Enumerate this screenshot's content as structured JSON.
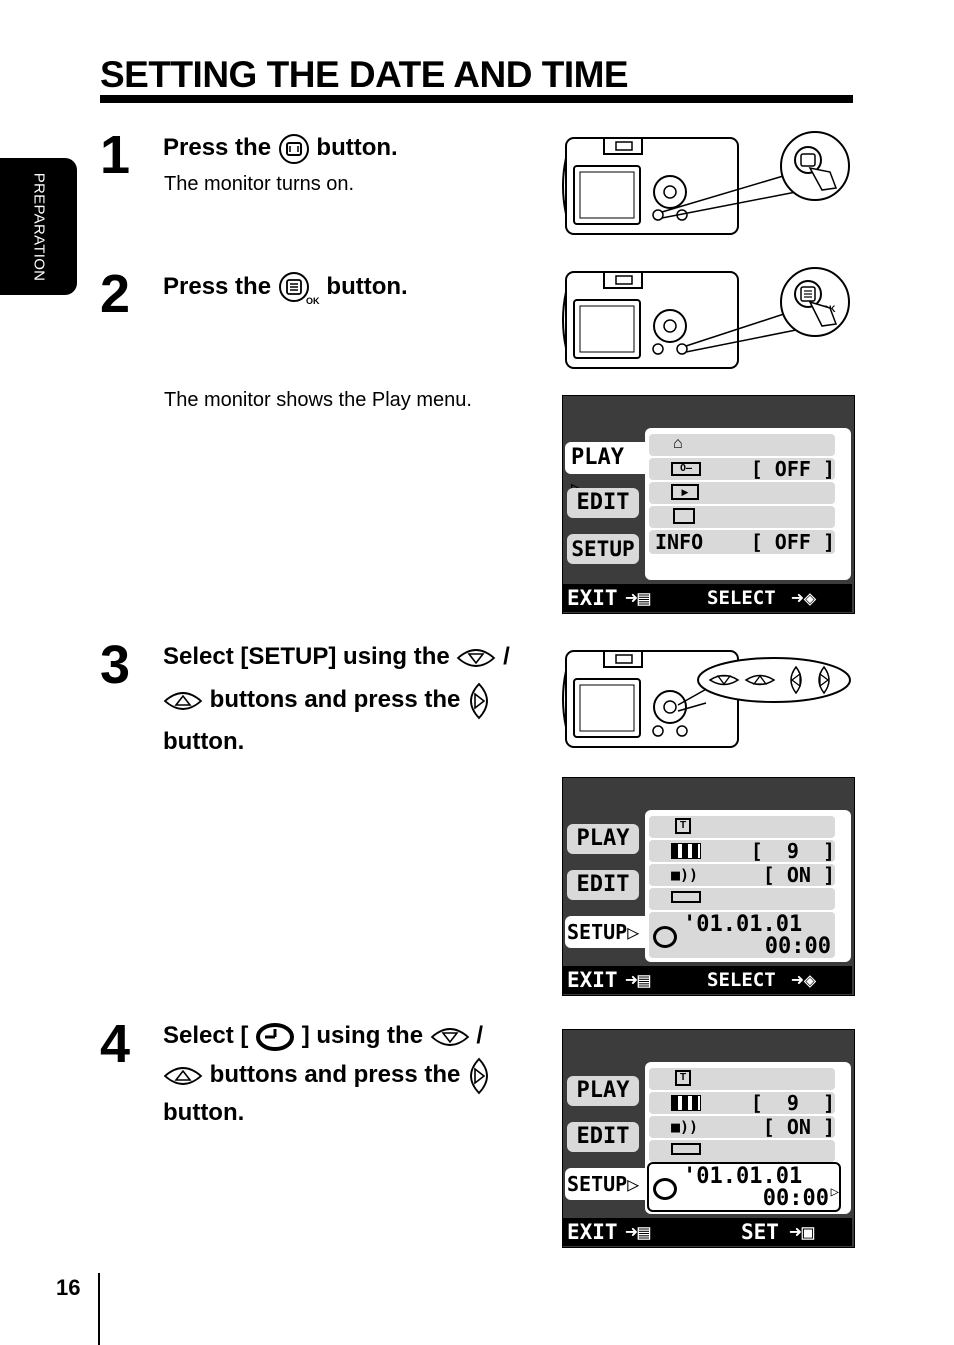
{
  "page": {
    "title": "SETTING THE DATE AND TIME",
    "side_tab": "PREPARATION",
    "page_number": "16"
  },
  "steps": [
    {
      "number": "1",
      "text_pre": "Press the",
      "icon": "monitor-button-icon",
      "text_post": "button.",
      "sub": "The monitor turns on."
    },
    {
      "number": "2",
      "text_pre": "Press the",
      "icon": "menu-ok-button-icon",
      "text_post": "button.",
      "sub": "The monitor shows the Play menu."
    },
    {
      "number": "3",
      "line1_pre": "Select [SETUP] using the",
      "line1_post": "/",
      "line2_post": "buttons and press the",
      "line3": "button."
    },
    {
      "number": "4",
      "line1_pre": "Select [",
      "line1_mid": "] using the",
      "line1_post": "/",
      "line2_post": "buttons and press the",
      "line3": "button."
    }
  ],
  "screens": {
    "play_menu": {
      "tabs": [
        "PLAY",
        "EDIT",
        "SETUP"
      ],
      "rows": [
        {
          "icon": "print-order-icon",
          "value": ""
        },
        {
          "icon": "protect-key-icon",
          "value": "[ OFF ]"
        },
        {
          "icon": "slideshow-icon",
          "value": ""
        },
        {
          "icon": "print-icon",
          "value": ""
        },
        {
          "label": "INFO",
          "value": "[ OFF ]"
        }
      ],
      "footer_left": "EXIT",
      "footer_right": "SELECT"
    },
    "setup_menu": {
      "tabs": [
        "PLAY",
        "EDIT",
        "SETUP"
      ],
      "rows": [
        {
          "icon": "format-card-icon",
          "value": ""
        },
        {
          "icon": "frame-count-icon",
          "value": "[  9  ]"
        },
        {
          "icon": "beep-icon",
          "value": "[ ON ]"
        },
        {
          "icon": "monitor-brightness-icon",
          "value": ""
        },
        {
          "icon": "clock-icon",
          "date": "'01.01.01",
          "time": "00:00"
        }
      ],
      "footer_left": "EXIT",
      "footer_right": "SELECT"
    },
    "setup_menu_set": {
      "tabs": [
        "PLAY",
        "EDIT",
        "SETUP"
      ],
      "rows": [
        {
          "icon": "format-card-icon",
          "value": ""
        },
        {
          "icon": "frame-count-icon",
          "value": "[  9  ]"
        },
        {
          "icon": "beep-icon",
          "value": "[ ON ]"
        },
        {
          "icon": "monitor-brightness-icon",
          "value": ""
        },
        {
          "icon": "clock-icon",
          "date": "'01.01.01",
          "time": "00:00"
        }
      ],
      "footer_left": "EXIT",
      "footer_right": "SET"
    }
  },
  "colors": {
    "lcd_bg": "#3c3c3c",
    "lcd_cell": "#d9d9d9",
    "ink": "#000000"
  }
}
